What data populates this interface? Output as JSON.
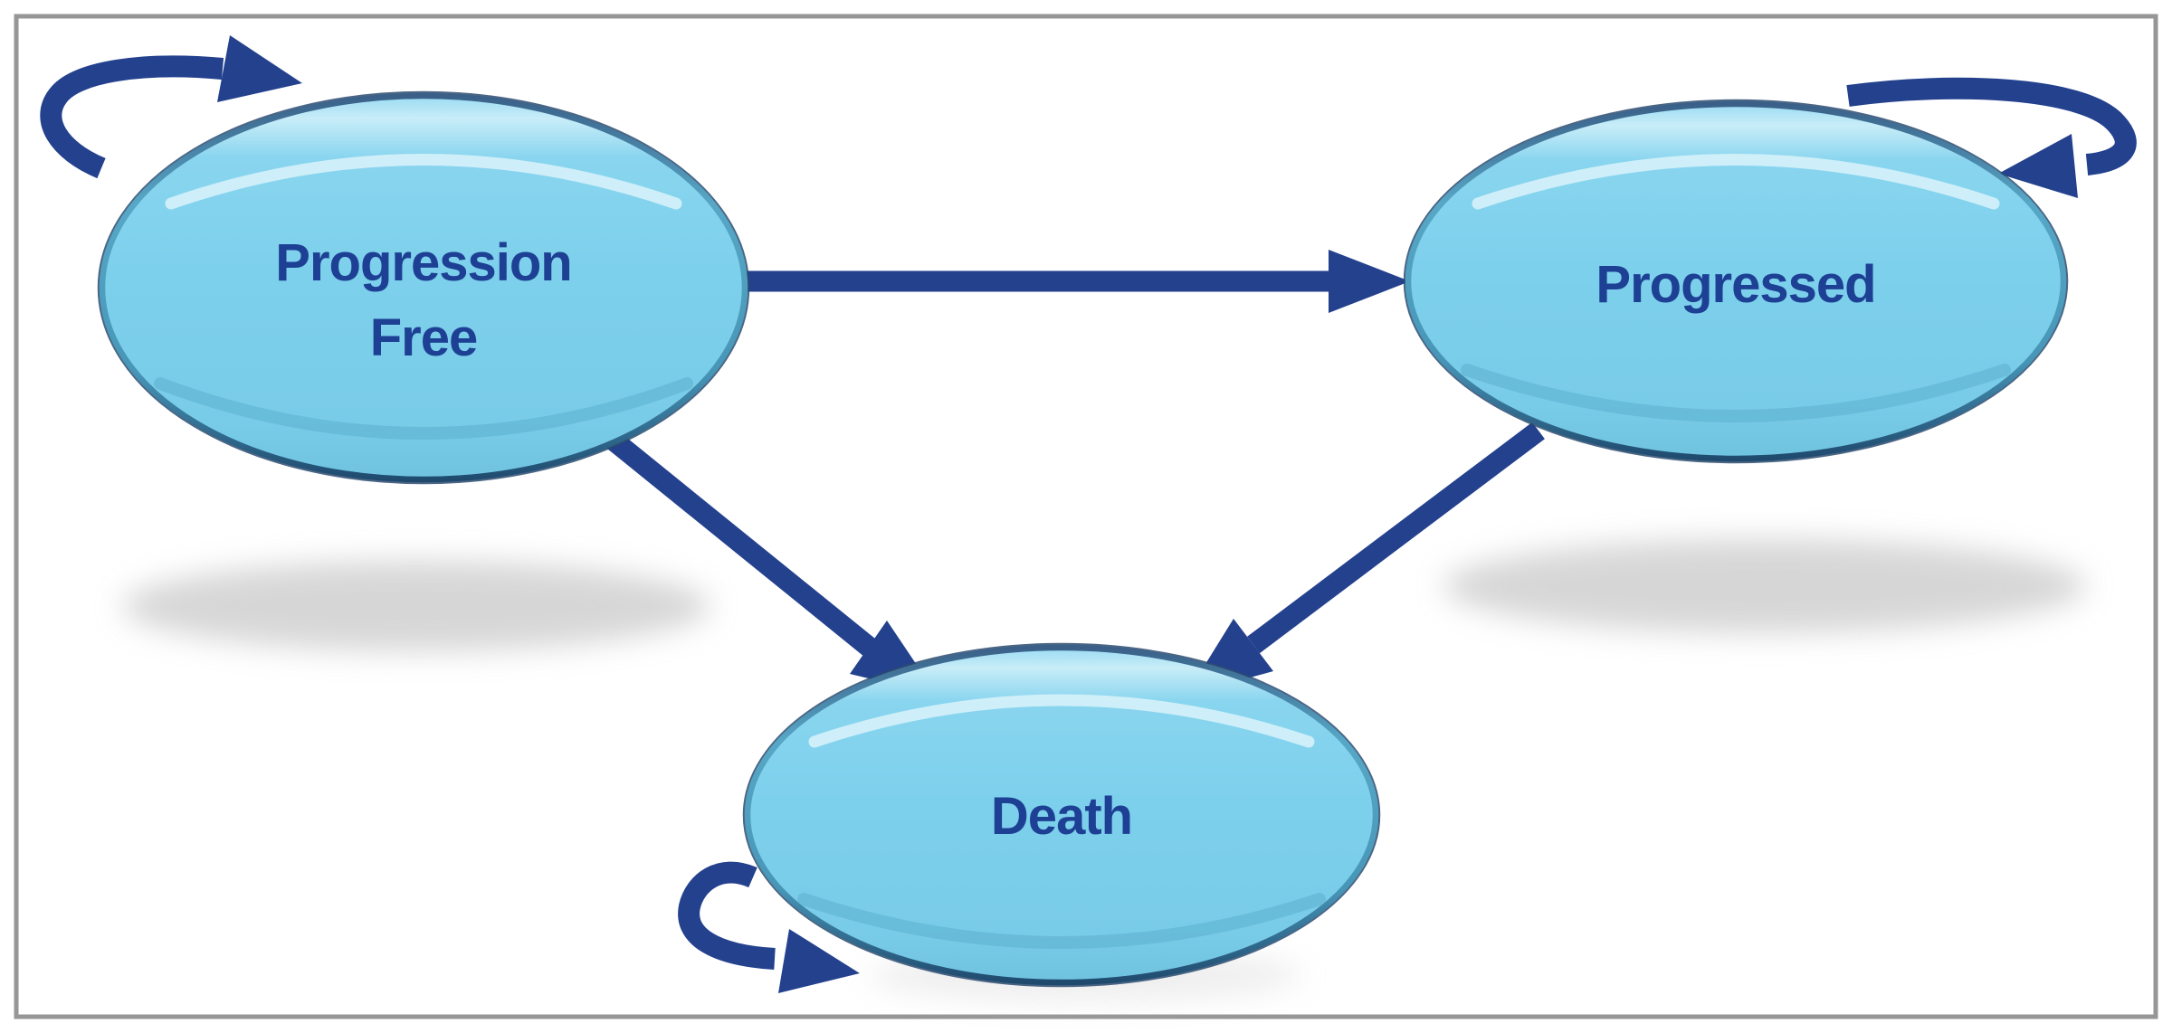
{
  "diagram": {
    "type": "markov-state-transition-diagram",
    "states": [
      {
        "id": "progression-free",
        "label": "Progression Free",
        "line1": "Progression",
        "line2": "Free"
      },
      {
        "id": "progressed",
        "label": "Progressed",
        "line1": "Progressed"
      },
      {
        "id": "death",
        "label": "Death",
        "line1": "Death"
      }
    ],
    "transitions": [
      {
        "from": "Progression Free",
        "to": "Progression Free",
        "kind": "self-loop"
      },
      {
        "from": "Progression Free",
        "to": "Progressed",
        "kind": "one-way-arrow"
      },
      {
        "from": "Progression Free",
        "to": "Death",
        "kind": "one-way-arrow"
      },
      {
        "from": "Progressed",
        "to": "Progressed",
        "kind": "self-loop"
      },
      {
        "from": "Progressed",
        "to": "Death",
        "kind": "one-way-arrow"
      },
      {
        "from": "Death",
        "to": "Death",
        "kind": "self-loop"
      }
    ],
    "colors": {
      "node_fill": "#7DD0EC",
      "node_fill_highlight": "#C8EDF8",
      "node_rim_teal": "#4E9CBE",
      "node_rim_navy": "#274C74",
      "arrow": "#24418E",
      "label_text": "#1D4094",
      "frame_border": "#969696",
      "shadow": "#C9C9C9",
      "background": "#FFFFFF"
    }
  }
}
